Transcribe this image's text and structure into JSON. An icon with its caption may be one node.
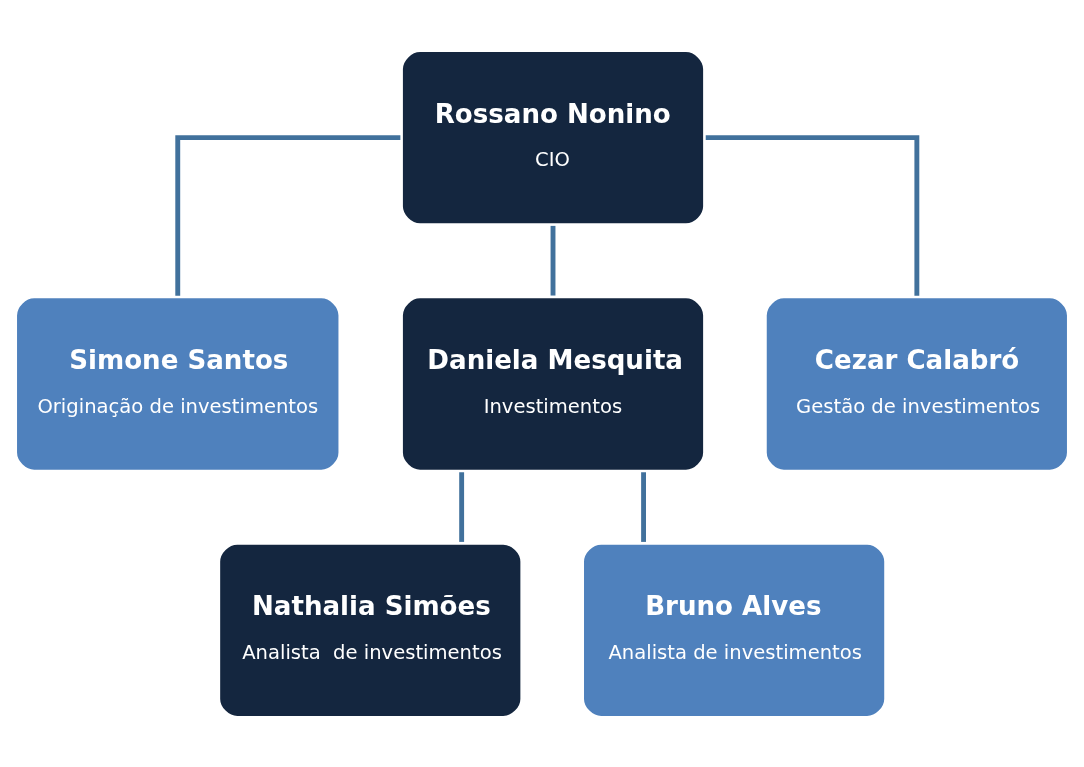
{
  "diagram": {
    "nodes": [
      {
        "text": [
          "Rossano Nonino",
          "CIO"
        ]
      },
      {
        "text": [
          "Simone Santos",
          "Originação de investimentos"
        ]
      },
      {
        "text": [
          "Daniela Mesquita",
          "Investimentos"
        ]
      },
      {
        "text": [
          "Cezar Calabró",
          "Gestão de investimentos"
        ]
      },
      {
        "text": [
          "Nathalia Simões",
          "Analista  de investimentos"
        ]
      },
      {
        "text": [
          "Bruno Alves",
          "Analista de investimentos"
        ]
      }
    ],
    "edges": [
      {
        "from": 0,
        "to": 1,
        "arrow": "none"
      },
      {
        "from": 0,
        "to": 2,
        "arrow": "none"
      },
      {
        "from": 0,
        "to": 3,
        "arrow": "none"
      },
      {
        "from": 2,
        "to": 4,
        "arrow": "none"
      },
      {
        "from": 2,
        "to": 5,
        "arrow": "none"
      }
    ]
  }
}
